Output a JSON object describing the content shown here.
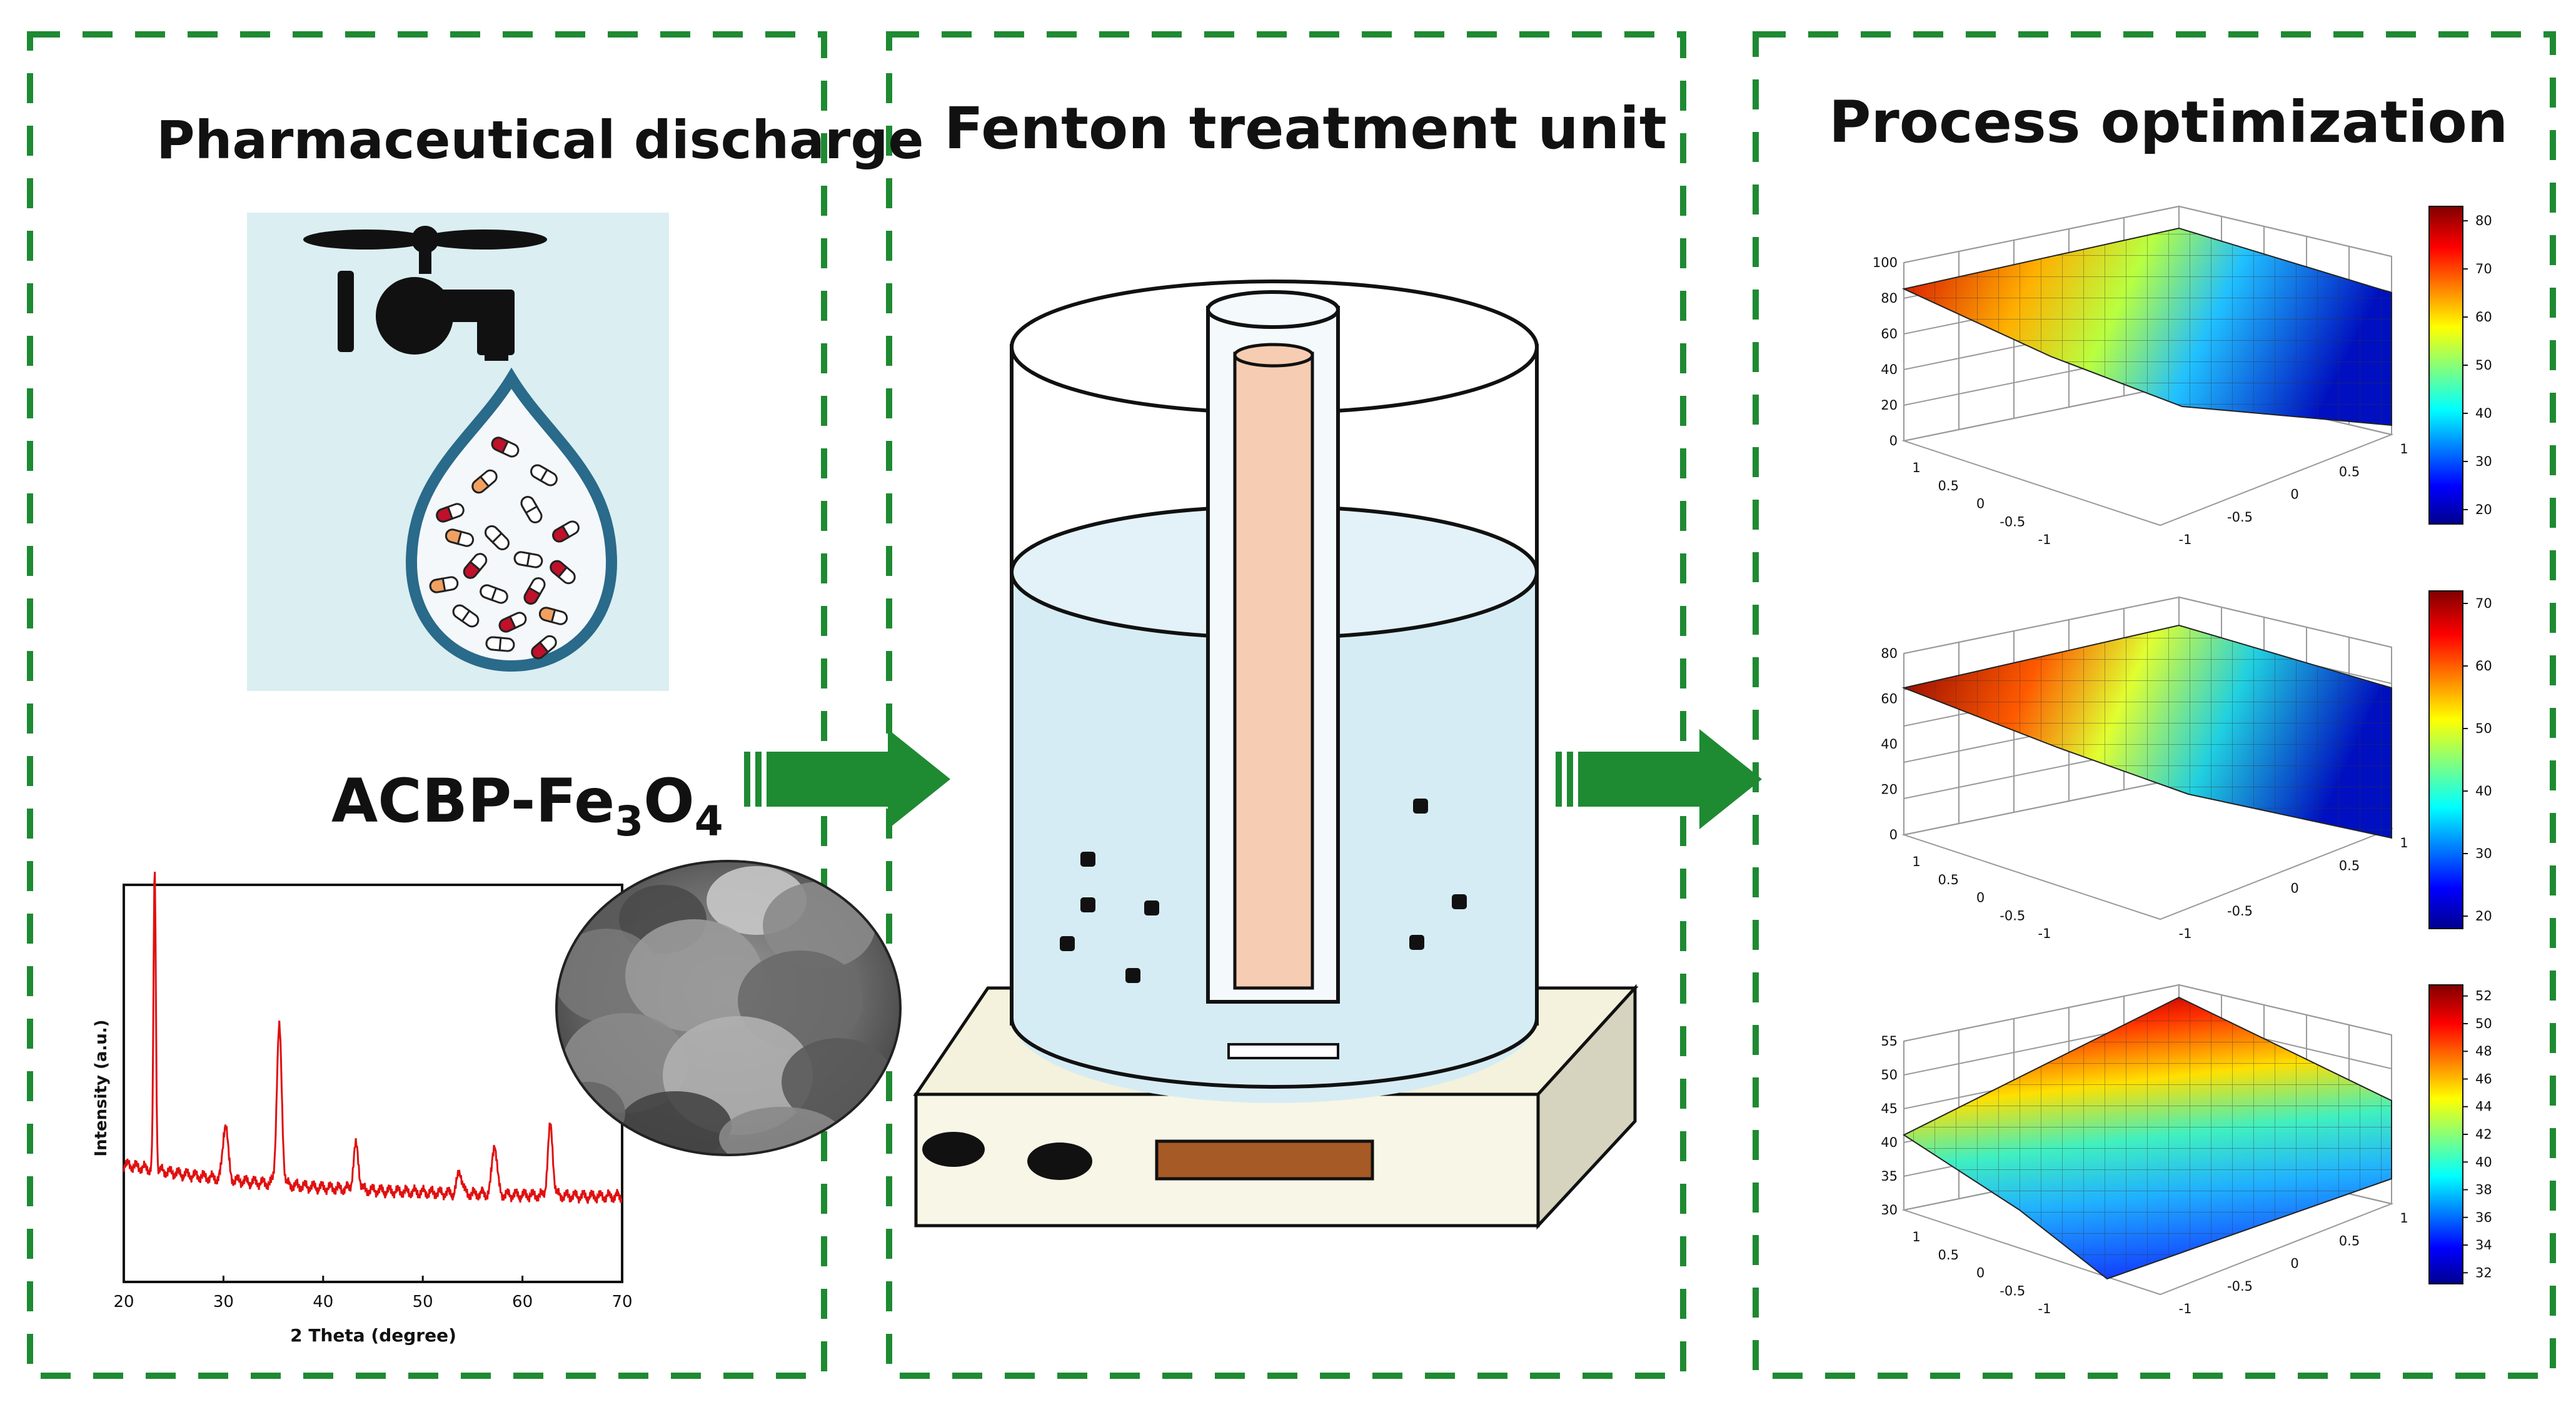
{
  "panels": {
    "left": {
      "title": "Pharmaceutical discharge",
      "material_label": "ACBP-Fe",
      "material_sub_a": "3",
      "material_mid": "O",
      "material_sub_b": "4",
      "xrd": {
        "ylabel": "Intensity (a.u.)",
        "xlabel": "2 Theta (degree)",
        "xticks": [
          "20",
          "30",
          "40",
          "50",
          "60",
          "70"
        ]
      }
    },
    "middle": {
      "title": "Fenton treatment unit"
    },
    "right": {
      "title": "Process optimization",
      "surface1": {
        "zticks": [
          "0",
          "20",
          "40",
          "60",
          "80",
          "100"
        ],
        "xticks": [
          "-1",
          "-0.5",
          "0",
          "0.5",
          "1"
        ],
        "yticks": [
          "-1",
          "-0.5",
          "0",
          "0.5",
          "1"
        ],
        "cbar_ticks": [
          "20",
          "30",
          "40",
          "50",
          "60",
          "70",
          "80"
        ]
      },
      "surface2": {
        "zticks": [
          "0",
          "20",
          "40",
          "60",
          "80"
        ],
        "xticks": [
          "-1",
          "-0.5",
          "0",
          "0.5",
          "1"
        ],
        "yticks": [
          "-1",
          "-0.5",
          "0",
          "0.5",
          "1"
        ],
        "cbar_ticks": [
          "20",
          "30",
          "40",
          "50",
          "60",
          "70"
        ]
      },
      "surface3": {
        "zticks": [
          "30",
          "35",
          "40",
          "45",
          "50",
          "55"
        ],
        "xticks": [
          "-1",
          "-0.5",
          "0",
          "0.5",
          "1"
        ],
        "yticks": [
          "-1",
          "-0.5",
          "0",
          "0.5",
          "1"
        ],
        "cbar_ticks": [
          "32",
          "34",
          "36",
          "38",
          "40",
          "42",
          "44",
          "46",
          "48",
          "50",
          "52"
        ]
      }
    }
  },
  "colors": {
    "dash_green": "#1e8a32",
    "arrow_green": "#1e8a32",
    "tap_bg": "#dbeef2",
    "drop_outline": "#2a6a8a",
    "water": "#d6ecf4",
    "rod": "#f6cdb2",
    "xrd_line": "#e01010",
    "heater_panel": "#a65a26"
  }
}
